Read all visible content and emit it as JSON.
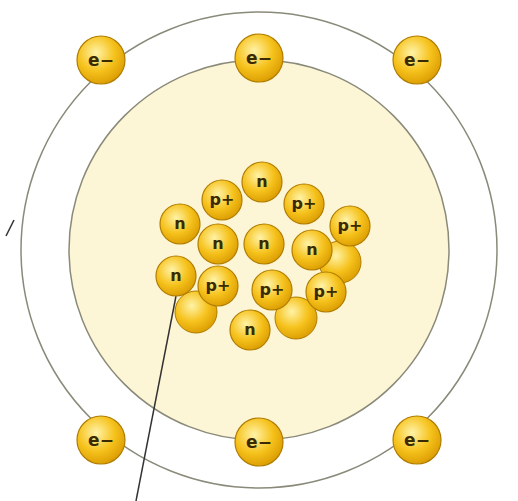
{
  "diagram": {
    "nodes": [
      {
        "text": [
          "e−"
        ]
      },
      {
        "text": [
          "e−"
        ]
      },
      {
        "text": [
          "e−"
        ]
      },
      {
        "text": [
          "n"
        ]
      },
      {
        "text": [
          "p+"
        ]
      },
      {
        "text": [
          "p+"
        ]
      },
      {
        "text": [
          "n"
        ]
      },
      {
        "text": [
          "p+"
        ]
      },
      {
        "text": [
          "n"
        ]
      },
      {
        "text": [
          "n"
        ]
      },
      {
        "text": [
          "n"
        ]
      },
      {
        "text": [
          "n"
        ]
      },
      {
        "text": [
          "p+"
        ]
      },
      {
        "text": [
          "p+"
        ]
      },
      {
        "text": [
          "p+"
        ]
      },
      {
        "text": [
          "n"
        ]
      },
      {
        "text": [
          "e−"
        ]
      },
      {
        "text": [
          "e−"
        ]
      },
      {
        "text": [
          "e−"
        ]
      }
    ]
  }
}
